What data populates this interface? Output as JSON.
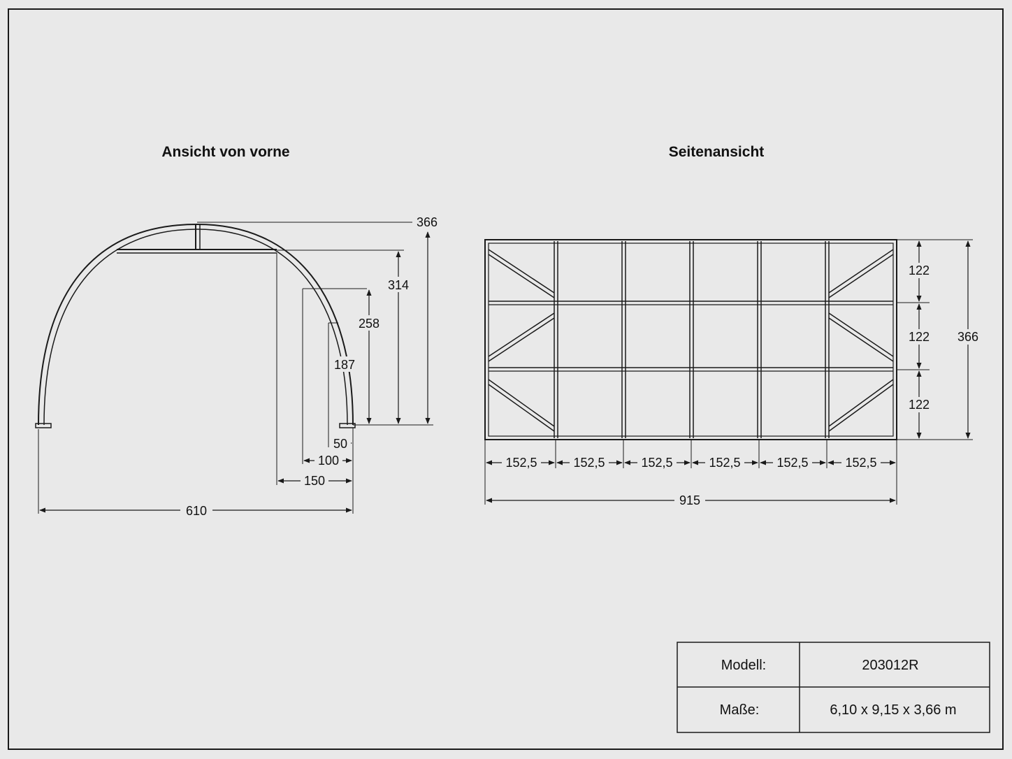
{
  "front_view": {
    "title": "Ansicht von vorne",
    "dims": {
      "height_total": "366",
      "height_2": "314",
      "height_3": "258",
      "height_4": "187",
      "offset_1": "50",
      "offset_2": "100",
      "offset_3": "150",
      "width": "610"
    }
  },
  "side_view": {
    "title": "Seitenansicht",
    "bay_widths": [
      "152,5",
      "152,5",
      "152,5",
      "152,5",
      "152,5",
      "152,5"
    ],
    "length": "915",
    "tier_heights": [
      "122",
      "122",
      "122"
    ],
    "height": "366"
  },
  "spec_table": {
    "rows": [
      {
        "label": "Modell:",
        "value": "203012R"
      },
      {
        "label": "Maße:",
        "value": "6,10 x 9,15 x 3,66 m"
      }
    ]
  },
  "colors": {
    "line": "#1a1a1a",
    "background": "#e9e9e9"
  }
}
